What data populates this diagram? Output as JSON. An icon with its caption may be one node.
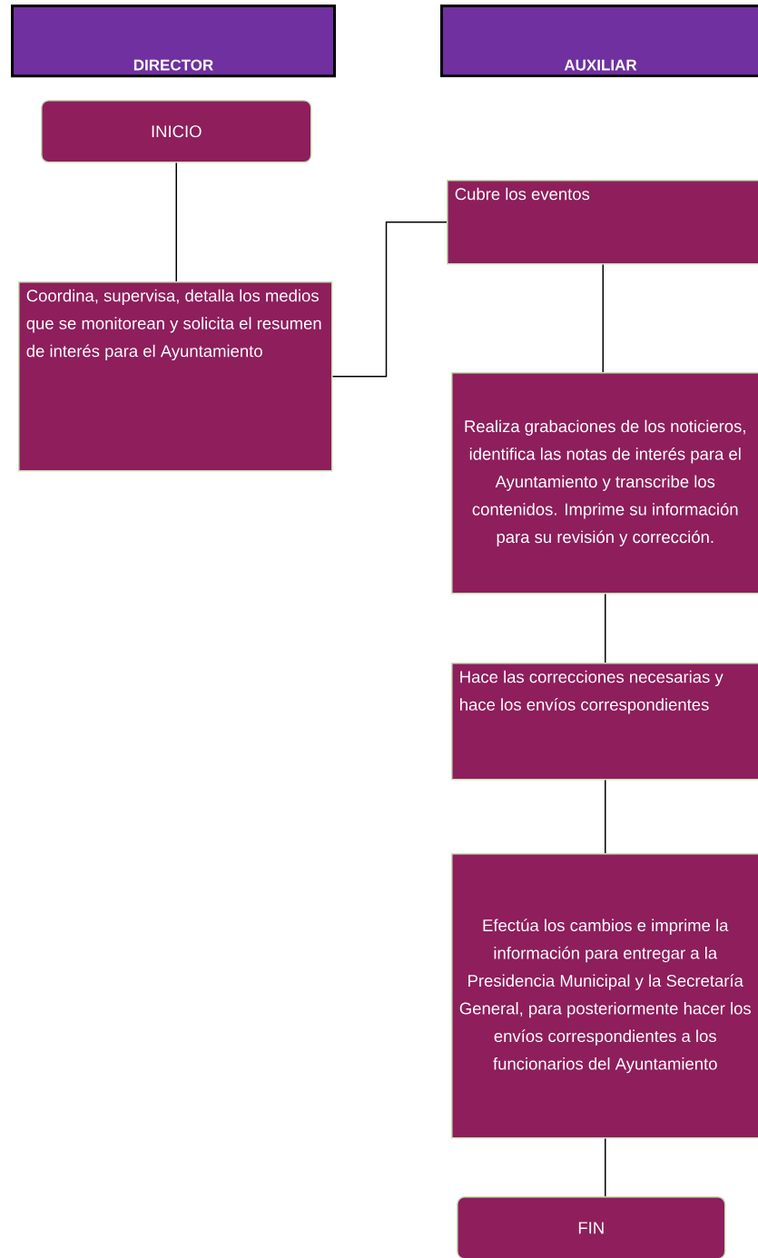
{
  "diagram": {
    "nodes": [
      {
        "text": [
          "DIRECTOR"
        ]
      },
      {
        "text": [
          "AUXILIAR"
        ]
      },
      {
        "text": [
          "INICIO"
        ]
      },
      {
        "text": [
          "Coordina, supervisa, detalla los medios que se monitorean y solicita el resumen de interés para el Ayuntamiento"
        ]
      },
      {
        "text": [
          "Cubre los eventos"
        ]
      },
      {
        "text": [
          "Realiza grabaciones de los noticieros, identifica las notas de interés para el Ayuntamiento y transcribe los contenidos. Imprime su información para su revisión y corrección."
        ]
      },
      {
        "text": [
          "Hace las correcciones necesarias y hace los envíos correspondientes"
        ]
      },
      {
        "text": [
          "Efectúa los cambios e imprime la información para entregar a la Presidencia Municipal y la Secretaría General, para posteriormente hacer los envíos correspondientes a los funcionarios del Ayuntamiento"
        ]
      },
      {
        "text": [
          "FIN"
        ]
      }
    ],
    "edges": [
      {
        "from": 2,
        "to": 3,
        "arrow": "none"
      },
      {
        "from": 3,
        "to": 4,
        "arrow": "none"
      },
      {
        "from": 4,
        "to": 5,
        "arrow": "none"
      },
      {
        "from": 5,
        "to": 6,
        "arrow": "none"
      },
      {
        "from": 6,
        "to": 7,
        "arrow": "none"
      },
      {
        "from": 7,
        "to": 8,
        "arrow": "none"
      }
    ]
  }
}
